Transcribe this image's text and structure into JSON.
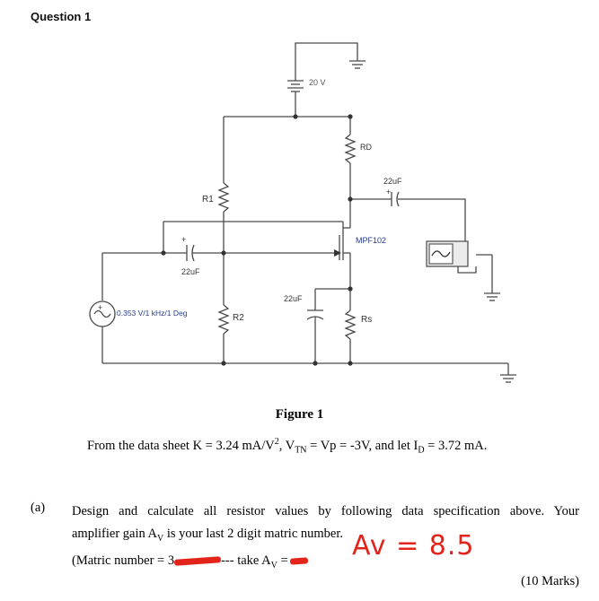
{
  "question": {
    "title": "Question 1"
  },
  "circuit": {
    "supply_label": "20 V",
    "rd_label": "RD",
    "c_out_label": "22uF",
    "c_out_plus": "+",
    "r1_label": "R1",
    "r2_label": "R2",
    "rs_label": "Rs",
    "c_in_label": "22uF",
    "c_in_plus": "+",
    "c_s_label": "22uF",
    "fet_label": "MPF102",
    "source_label": "0.353 V/1 kHz/1 Deg",
    "source_plus": "+"
  },
  "figure": {
    "caption": "Figure 1",
    "given_prefix": "From the data sheet K = 3.24 mA/V",
    "given_exp": "2",
    "given_mid1": ", V",
    "given_sub1": "TN",
    "given_mid2": " = Vp = -3V, and let I",
    "given_sub2": "D",
    "given_end": " = 3.72 mA."
  },
  "part_a": {
    "label": "(a)",
    "line1": "Design and calculate all resistor values by following data specification above. Your",
    "line2_a": "amplifier gain A",
    "line2_sub": "V",
    "line2_b": " is your last 2 digit matric number.",
    "line3_a": "(Matric number = 3",
    "line3_b": "--- take A",
    "line3_sub": "V",
    "line3_c": " =",
    "handwritten": "Av = 8.5",
    "marks": "(10 Marks)"
  }
}
